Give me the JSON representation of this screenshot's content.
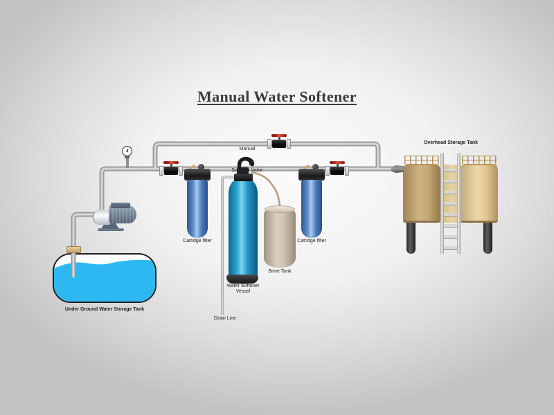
{
  "title": "Manual Water Softener",
  "labels": {
    "manual": "Manual",
    "softener_valve": "Softener Valve",
    "cartridge_filter": "Catridge filter",
    "water_softener_vessel": "Water Softener\nVessel",
    "brine_tank": "Brine Tank",
    "drain_line": "Drain Line",
    "underground_tank": "Under Ground Water Storage Tank",
    "overhead_tank": "Overhead Storage Tank"
  },
  "colors": {
    "water_blue": "#2db8f2",
    "vessel_blue": "#2fa6d4",
    "filter_blue": "#5d8cc9",
    "valve_red": "#b5281b",
    "pipe_grey": "#9a9a9a",
    "brine_beige": "#d8cec1",
    "overhead_tan": "#cdb284",
    "pump_grey": "#76879a",
    "title_ink": "#3b3b3b"
  }
}
